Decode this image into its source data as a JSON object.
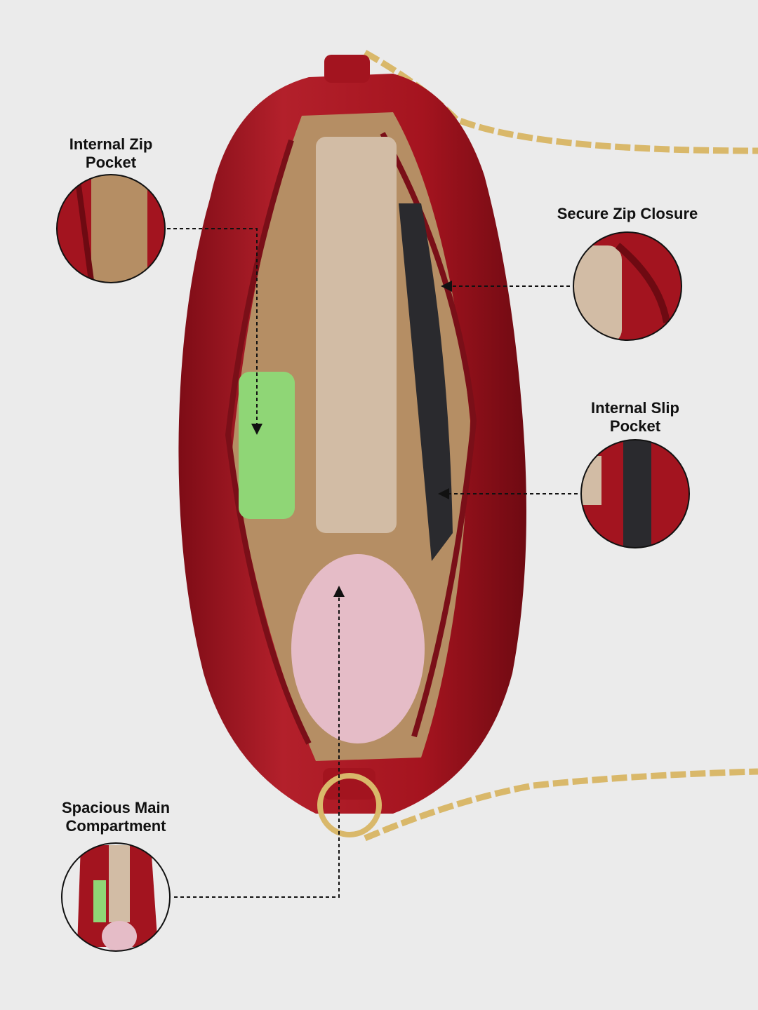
{
  "callouts": [
    {
      "id": "internal-zip-pocket",
      "line1": "Internal Zip",
      "line2": "Pocket"
    },
    {
      "id": "secure-zip-closure",
      "line1": "Secure Zip Closure",
      "line2": ""
    },
    {
      "id": "internal-slip-pocket",
      "line1": "Internal Slip",
      "line2": "Pocket"
    },
    {
      "id": "spacious-main-compartment",
      "line1": "Spacious Main",
      "line2": "Compartment"
    }
  ],
  "colors": {
    "background": "#ebebeb",
    "bag": "#a3141f",
    "lining": "#b58e64",
    "chain": "#d9b86a"
  }
}
